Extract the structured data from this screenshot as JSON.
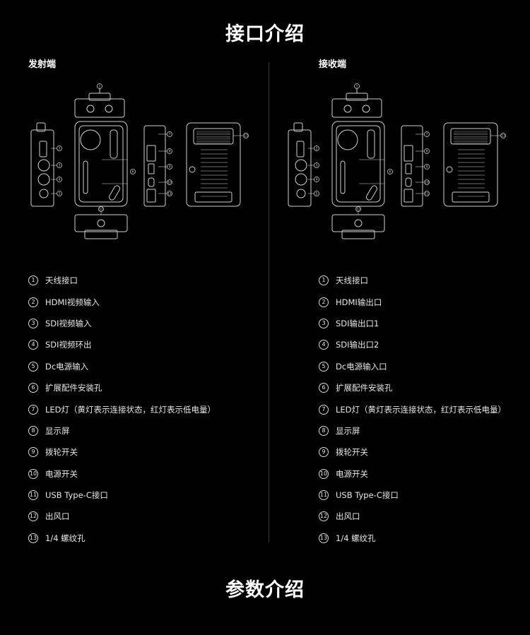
{
  "page": {
    "title_interface": "接口介绍",
    "title_params": "参数介绍"
  },
  "transmitter": {
    "heading": "发射端",
    "items": [
      {
        "num": "1",
        "label": "天线接口"
      },
      {
        "num": "2",
        "label": "HDMI视频输入"
      },
      {
        "num": "3",
        "label": "SDI视频输入"
      },
      {
        "num": "4",
        "label": "SDI视频环出"
      },
      {
        "num": "5",
        "label": "Dc电源输入"
      },
      {
        "num": "6",
        "label": "扩展配件安装孔"
      },
      {
        "num": "7",
        "label": "LED灯（黄灯表示连接状态，红灯表示低电量）"
      },
      {
        "num": "8",
        "label": "显示屏"
      },
      {
        "num": "9",
        "label": "拨轮开关"
      },
      {
        "num": "10",
        "label": "电源开关"
      },
      {
        "num": "11",
        "label": "USB Type-C接口"
      },
      {
        "num": "12",
        "label": "出风口"
      },
      {
        "num": "13",
        "label": "1/4 螺纹孔"
      }
    ]
  },
  "receiver": {
    "heading": "接收端",
    "items": [
      {
        "num": "1",
        "label": "天线接口"
      },
      {
        "num": "2",
        "label": "HDMI输出口"
      },
      {
        "num": "3",
        "label": "SDI输出口1"
      },
      {
        "num": "4",
        "label": "SDI输出口2"
      },
      {
        "num": "5",
        "label": "Dc电源输入口"
      },
      {
        "num": "6",
        "label": "扩展配件安装孔"
      },
      {
        "num": "7",
        "label": "LED灯（黄灯表示连接状态，红灯表示低电量）"
      },
      {
        "num": "8",
        "label": "显示屏"
      },
      {
        "num": "9",
        "label": "拨轮开关"
      },
      {
        "num": "10",
        "label": "电源开关"
      },
      {
        "num": "11",
        "label": "USB Type-C接口"
      },
      {
        "num": "12",
        "label": "出风口"
      },
      {
        "num": "13",
        "label": "1/4 螺纹孔"
      }
    ]
  },
  "colors": {
    "background": "#000000",
    "text": "#e6e6e6",
    "line_art": "#cfcfcf",
    "divider": "#3a3a3a"
  },
  "icons": [
    "device-top-view",
    "device-left-view",
    "device-front-view",
    "device-right-view",
    "device-back-view",
    "device-bottom-view"
  ]
}
